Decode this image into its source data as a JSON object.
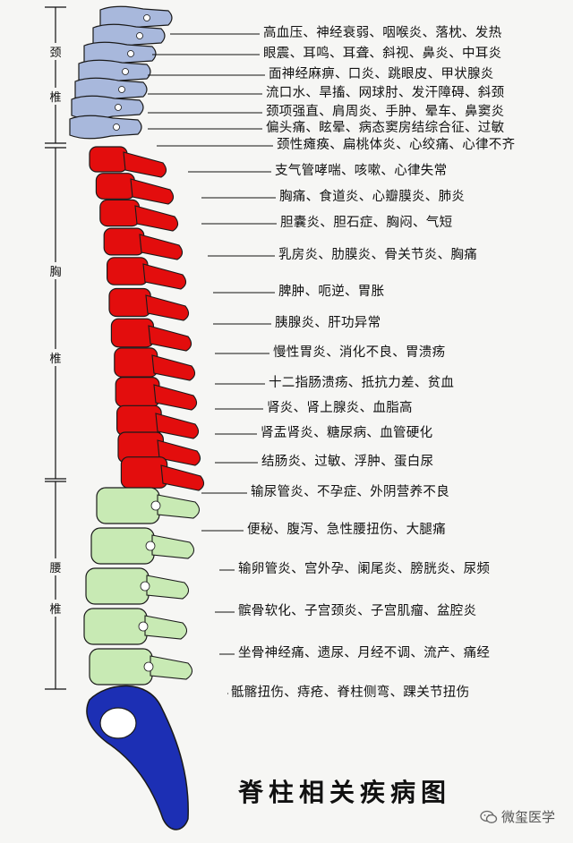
{
  "title": "脊柱相关疾病图",
  "watermark": "微玺医学",
  "colors": {
    "cervical": "#a8b8dc",
    "thoracic": "#e30d0d",
    "lumbar": "#c8eab4",
    "sacrum": "#1c2fb4",
    "outline": "#1a1a1a"
  },
  "sections": [
    {
      "name": "cervical",
      "chars": [
        "颈",
        "椎"
      ]
    },
    {
      "name": "thoracic",
      "chars": [
        "胸",
        "椎"
      ]
    },
    {
      "name": "lumbar",
      "chars": [
        "腰",
        "椎"
      ]
    }
  ],
  "labels": [
    "高血压、神经衰弱、咽喉炎、落枕、发热",
    "眼震、耳鸣、耳聋、斜视、鼻炎、中耳炎",
    "面神经麻痹、口炎、跳眼皮、甲状腺炎",
    "流口水、旱搐、网球肘、发汗障碍、斜颈",
    "颈项强直、肩周炎、手肿、晕车、鼻窦炎",
    "偏头痛、眩晕、病态窦房结综合征、过敏",
    "颈性瘫痪、扁桃体炎、心绞痛、心律不齐",
    "支气管哮喘、咳嗽、心律失常",
    "胸痛、食道炎、心瓣膜炎、肺炎",
    "胆囊炎、胆石症、胸闷、气短",
    "乳房炎、肋膜炎、骨关节炎、胸痛",
    "脾肿、呃逆、胃胀",
    "胰腺炎、肝功异常",
    "慢性胃炎、消化不良、胃溃疡",
    "十二指肠溃疡、抵抗力差、贫血",
    "肾炎、肾上腺炎、血脂高",
    "肾盂肾炎、糖尿病、血管硬化",
    "结肠炎、过敏、浮肿、蛋白尿",
    "输尿管炎、不孕症、外阴营养不良",
    "便秘、腹泻、急性腰扭伤、大腿痛",
    "输卵管炎、宫外孕、阑尾炎、膀胱炎、尿频",
    "髌骨软化、子宫颈炎、子宫肌瘤、盆腔炎",
    "坐骨神经痛、遗尿、月经不调、流产、痛经",
    "骶髂扭伤、痔疮、脊柱侧弯、踝关节扭伤"
  ]
}
